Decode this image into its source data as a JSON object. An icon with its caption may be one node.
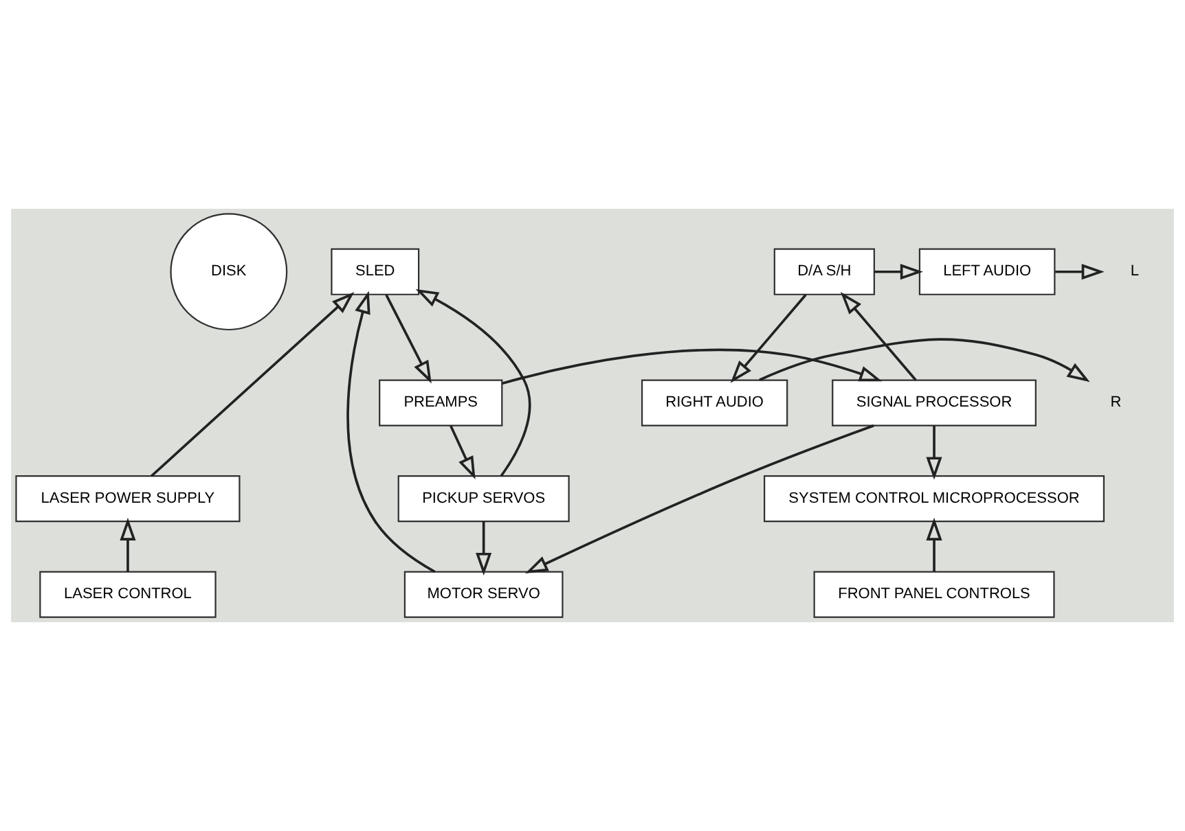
{
  "diagram": {
    "nodes": [
      {
        "text": [
          "DISK"
        ]
      },
      {
        "text": [
          "SLED"
        ]
      },
      {
        "text": [
          "D/A S/H"
        ]
      },
      {
        "text": [
          "LEFT AUDIO"
        ]
      },
      {
        "text": [
          "RIGHT AUDIO"
        ]
      },
      {
        "text": [
          "PREAMPS"
        ]
      },
      {
        "text": [
          "SIGNAL PROCESSOR"
        ]
      },
      {
        "text": [
          "LASER POWER SUPPLY"
        ]
      },
      {
        "text": [
          "PICKUP SERVOS"
        ]
      },
      {
        "text": [
          "SYSTEM CONTROL MICROPROCESSOR"
        ]
      },
      {
        "text": [
          "LASER CONTROL"
        ]
      },
      {
        "text": [
          "MOTOR SERVO"
        ]
      },
      {
        "text": [
          "FRONT PANEL CONTROLS"
        ]
      },
      {
        "text": [
          "L"
        ]
      },
      {
        "text": [
          "R"
        ]
      }
    ],
    "edges": [
      {
        "from": 1,
        "to": 5,
        "arrow": "to"
      },
      {
        "from": 7,
        "to": 1,
        "arrow": "to"
      },
      {
        "from": 10,
        "to": 7,
        "arrow": "to"
      },
      {
        "from": 5,
        "to": 8,
        "arrow": "to"
      },
      {
        "from": 5,
        "to": 6,
        "arrow": "to"
      },
      {
        "from": 8,
        "to": 1,
        "arrow": "to"
      },
      {
        "from": 8,
        "to": 11,
        "arrow": "to"
      },
      {
        "from": 11,
        "to": 1,
        "arrow": "to"
      },
      {
        "from": 6,
        "to": 11,
        "arrow": "to"
      },
      {
        "from": 6,
        "to": 2,
        "arrow": "to"
      },
      {
        "from": 2,
        "to": 3,
        "arrow": "to"
      },
      {
        "from": 2,
        "to": 4,
        "arrow": "to"
      },
      {
        "from": 3,
        "to": 13,
        "arrow": "to"
      },
      {
        "from": 4,
        "to": 14,
        "arrow": "to"
      },
      {
        "from": 6,
        "to": 9,
        "arrow": "to"
      },
      {
        "from": 12,
        "to": 9,
        "arrow": "to"
      }
    ]
  }
}
